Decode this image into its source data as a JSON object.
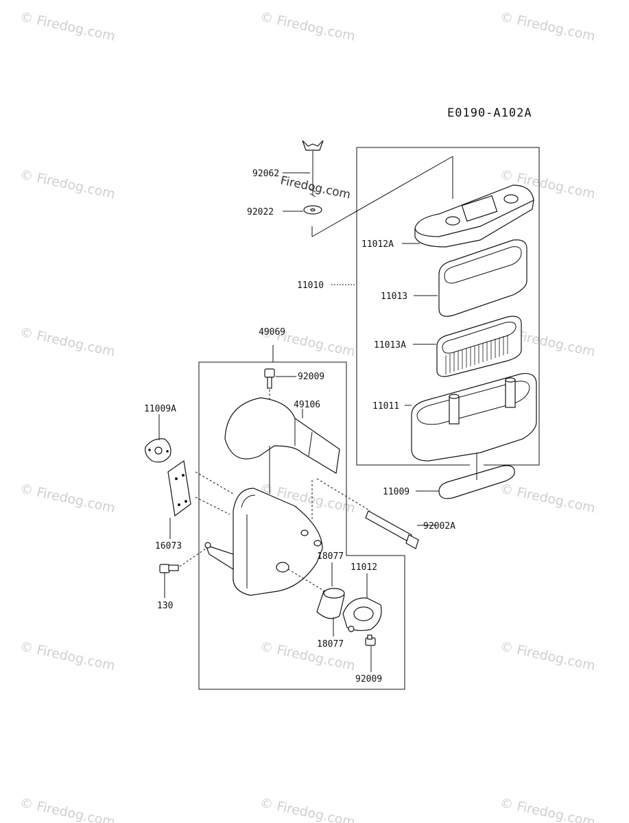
{
  "diagram_code": "E0190-A102A",
  "watermark": {
    "text": "© Firedog.com",
    "overlay_text": "Firedog.com"
  },
  "parts": {
    "p92062": "92062",
    "p92022": "92022",
    "p11012A": "11012A",
    "p11010": "11010",
    "p11013": "11013",
    "p11013A": "11013A",
    "p11011": "11011",
    "p11009": "11009",
    "p49069": "49069",
    "p92009_top": "92009",
    "p49106": "49106",
    "p11009A": "11009A",
    "p16073": "16073",
    "p92002A": "92002A",
    "p18077_a": "18077",
    "p11012": "11012",
    "p130": "130",
    "p18077_b": "18077",
    "p92009_bottom": "92009"
  }
}
